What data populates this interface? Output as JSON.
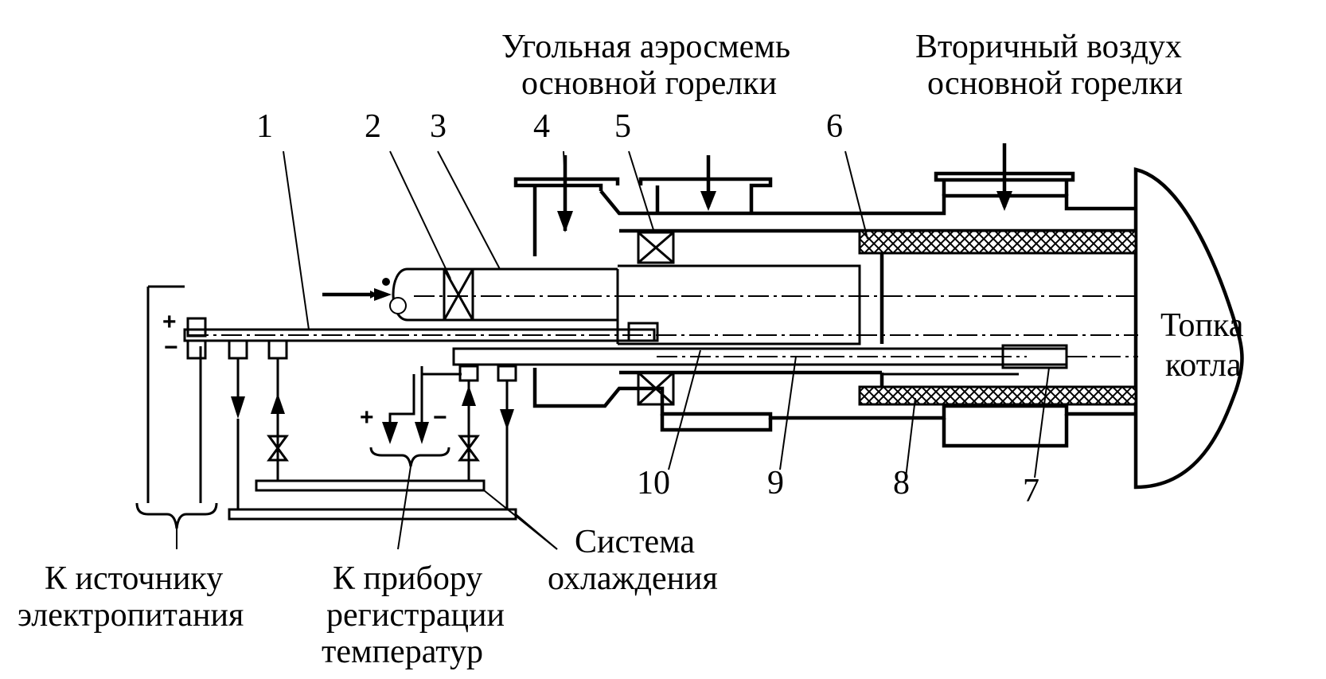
{
  "labels": {
    "coal_mixture": [
      "Угольная аэросмемь",
      "основной горелки"
    ],
    "secondary_air": [
      "Вторичный воздух",
      "основной горелки"
    ],
    "furnace": [
      "Топка",
      "котла"
    ],
    "power_source": [
      "К источнику",
      "электропитания"
    ],
    "temp_recorder": [
      "К прибору",
      "регистрации",
      "температур"
    ],
    "cooling_system": [
      "Система",
      "охлаждения"
    ]
  },
  "numbers": [
    "1",
    "2",
    "3",
    "4",
    "5",
    "6",
    "7",
    "8",
    "9",
    "10"
  ],
  "signs": {
    "plus": "+",
    "minus": "−"
  }
}
